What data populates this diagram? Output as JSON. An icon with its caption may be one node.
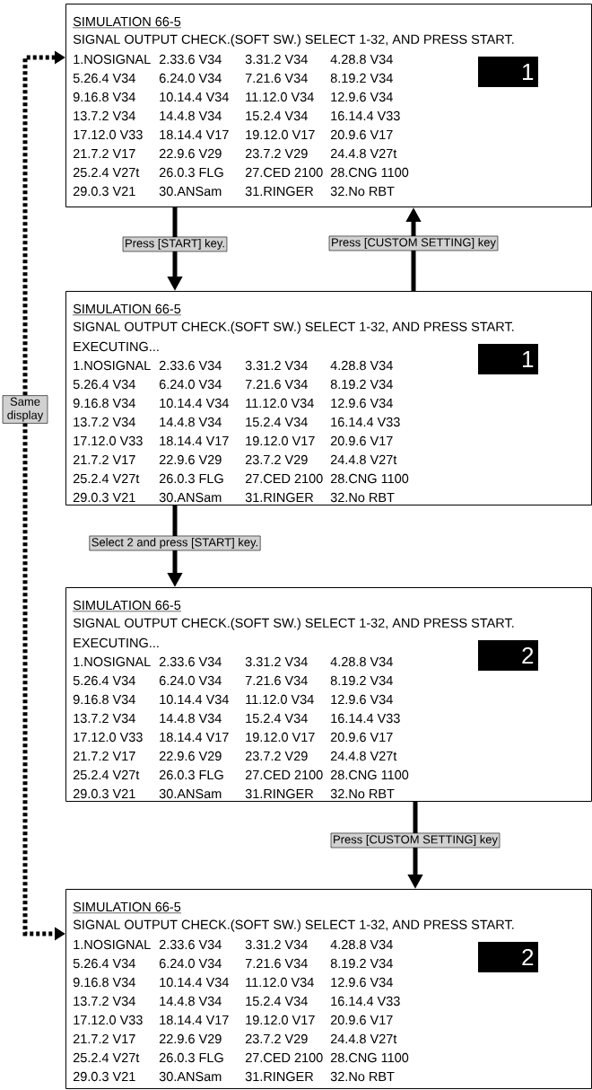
{
  "diagram": {
    "nodes": [
      {
        "text": [
          "SIMULATION 66-5",
          "SIGNAL OUTPUT CHECK.(SOFT SW.)  SELECT 1-32, AND PRESS START.",
          "1.NOSIGNAL",
          "2.33.6 V34",
          "3.31.2 V34",
          "4.28.8 V34",
          "5.26.4 V34",
          "6.24.0 V34",
          "7.21.6 V34",
          "8.19.2 V34",
          "9.16.8 V34",
          "10.14.4 V34",
          "11.12.0 V34",
          "12.9.6 V34",
          "13.7.2 V34",
          "14.4.8 V34",
          "15.2.4 V34",
          "16.14.4 V33",
          "17.12.0 V33",
          "18.14.4 V17",
          "19.12.0 V17",
          "20.9.6 V17",
          "21.7.2 V17",
          "22.9.6 V29",
          "23.7.2 V29",
          "24.4.8 V27t",
          "25.2.4 V27t",
          "26.0.3 FLG",
          "27.CED 2100",
          "28.CNG 1100",
          "29.0.3 V21",
          "30.ANSam",
          "31.RINGER",
          "32.No RBT"
        ]
      },
      {
        "text": [
          "1"
        ],
        "in": 0
      },
      {
        "text": [
          "SIMULATION 66-5",
          "SIGNAL OUTPUT CHECK.(SOFT SW.)  SELECT 1-32, AND PRESS START.",
          "EXECUTING...",
          "1.NOSIGNAL",
          "2.33.6 V34",
          "3.31.2 V34",
          "4.28.8 V34",
          "5.26.4 V34",
          "6.24.0 V34",
          "7.21.6 V34",
          "8.19.2 V34",
          "9.16.8 V34",
          "10.14.4 V34",
          "11.12.0 V34",
          "12.9.6 V34",
          "13.7.2 V34",
          "14.4.8 V34",
          "15.2.4 V34",
          "16.14.4 V33",
          "17.12.0 V33",
          "18.14.4 V17",
          "19.12.0 V17",
          "20.9.6 V17",
          "21.7.2 V17",
          "22.9.6 V29",
          "23.7.2 V29",
          "24.4.8 V27t",
          "25.2.4 V27t",
          "26.0.3 FLG",
          "27.CED 2100",
          "28.CNG 1100",
          "29.0.3 V21",
          "30.ANSam",
          "31.RINGER",
          "32.No RBT"
        ]
      },
      {
        "text": [
          "1"
        ],
        "in": 2
      },
      {
        "text": [
          "SIMULATION 66-5",
          "SIGNAL OUTPUT CHECK.(SOFT SW.)  SELECT 1-32, AND PRESS START.",
          "EXECUTING...",
          "1.NOSIGNAL",
          "2.33.6 V34",
          "3.31.2 V34",
          "4.28.8 V34",
          "5.26.4 V34",
          "6.24.0 V34",
          "7.21.6 V34",
          "8.19.2 V34",
          "9.16.8 V34",
          "10.14.4 V34",
          "11.12.0 V34",
          "12.9.6 V34",
          "13.7.2 V34",
          "14.4.8 V34",
          "15.2.4 V34",
          "16.14.4 V33",
          "17.12.0 V33",
          "18.14.4 V17",
          "19.12.0 V17",
          "20.9.6 V17",
          "21.7.2 V17",
          "22.9.6 V29",
          "23.7.2 V29",
          "24.4.8 V27t",
          "25.2.4 V27t",
          "26.0.3 FLG",
          "27.CED 2100",
          "28.CNG 1100",
          "29.0.3 V21",
          "30.ANSam",
          "31.RINGER",
          "32.No RBT"
        ]
      },
      {
        "text": [
          "2"
        ],
        "in": 4
      },
      {
        "text": [
          "SIMULATION 66-5",
          "SIGNAL OUTPUT CHECK.(SOFT SW.)  SELECT 1-32, AND PRESS START.",
          "1.NOSIGNAL",
          "2.33.6 V34",
          "3.31.2 V34",
          "4.28.8 V34",
          "5.26.4 V34",
          "6.24.0 V34",
          "7.21.6 V34",
          "8.19.2 V34",
          "9.16.8 V34",
          "10.14.4 V34",
          "11.12.0 V34",
          "12.9.6 V34",
          "13.7.2 V34",
          "14.4.8 V34",
          "15.2.4 V34",
          "16.14.4 V33",
          "17.12.0 V33",
          "18.14.4 V17",
          "19.12.0 V17",
          "20.9.6 V17",
          "21.7.2 V17",
          "22.9.6 V29",
          "23.7.2 V29",
          "24.4.8 V27t",
          "25.2.4 V27t",
          "26.0.3 FLG",
          "27.CED 2100",
          "28.CNG 1100",
          "29.0.3 V21",
          "30.ANSam",
          "31.RINGER",
          "32.No RBT"
        ]
      },
      {
        "text": [
          "2"
        ],
        "in": 6
      }
    ],
    "edges": [
      {
        "from": 0,
        "to": 2,
        "arrow": "to",
        "label": "Press [START] key."
      },
      {
        "from": 2,
        "to": 0,
        "arrow": "to",
        "label": "Press [CUSTOM SETTING] key"
      },
      {
        "from": 2,
        "to": 4,
        "arrow": "to",
        "label": "Select 2 and press [START] key."
      },
      {
        "from": 4,
        "to": 6,
        "arrow": "to",
        "label": "Press [CUSTOM SETTING] key"
      },
      {
        "from": 0,
        "to": 6,
        "arrow": "both",
        "label": "Same display",
        "style": "dashed"
      }
    ]
  }
}
